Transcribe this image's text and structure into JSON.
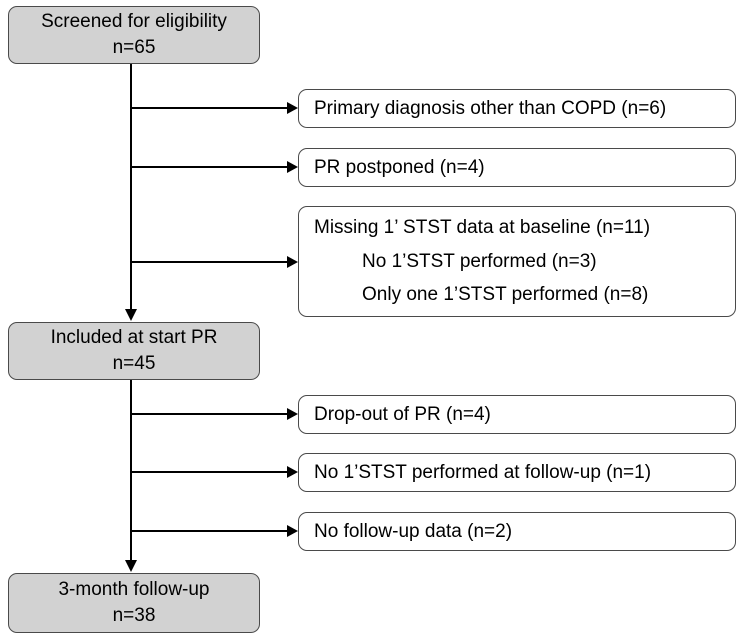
{
  "boxes": {
    "screened": {
      "title": "Screened for eligibility",
      "n": "n=65"
    },
    "included": {
      "title": "Included at start PR",
      "n": "n=45"
    },
    "followup": {
      "title": "3-month follow-up",
      "n": "n=38"
    }
  },
  "exclusions_stage1": [
    {
      "label": "Primary diagnosis other than COPD (n=6)"
    },
    {
      "label": "PR postponed (n=4)"
    },
    {
      "label": "Missing 1’ STST data at baseline (n=11)",
      "sub": [
        "No 1’STST performed (n=3)",
        "Only one 1’STST performed (n=8)"
      ]
    }
  ],
  "exclusions_stage2": [
    {
      "label": "Drop-out of PR (n=4)"
    },
    {
      "label": "No 1’STST performed at follow-up (n=1)"
    },
    {
      "label": "No follow-up data (n=2)"
    }
  ],
  "colors": {
    "box_fill_gray": "#d2d2d2",
    "box_border": "#4a4a4a",
    "line": "#000000"
  }
}
